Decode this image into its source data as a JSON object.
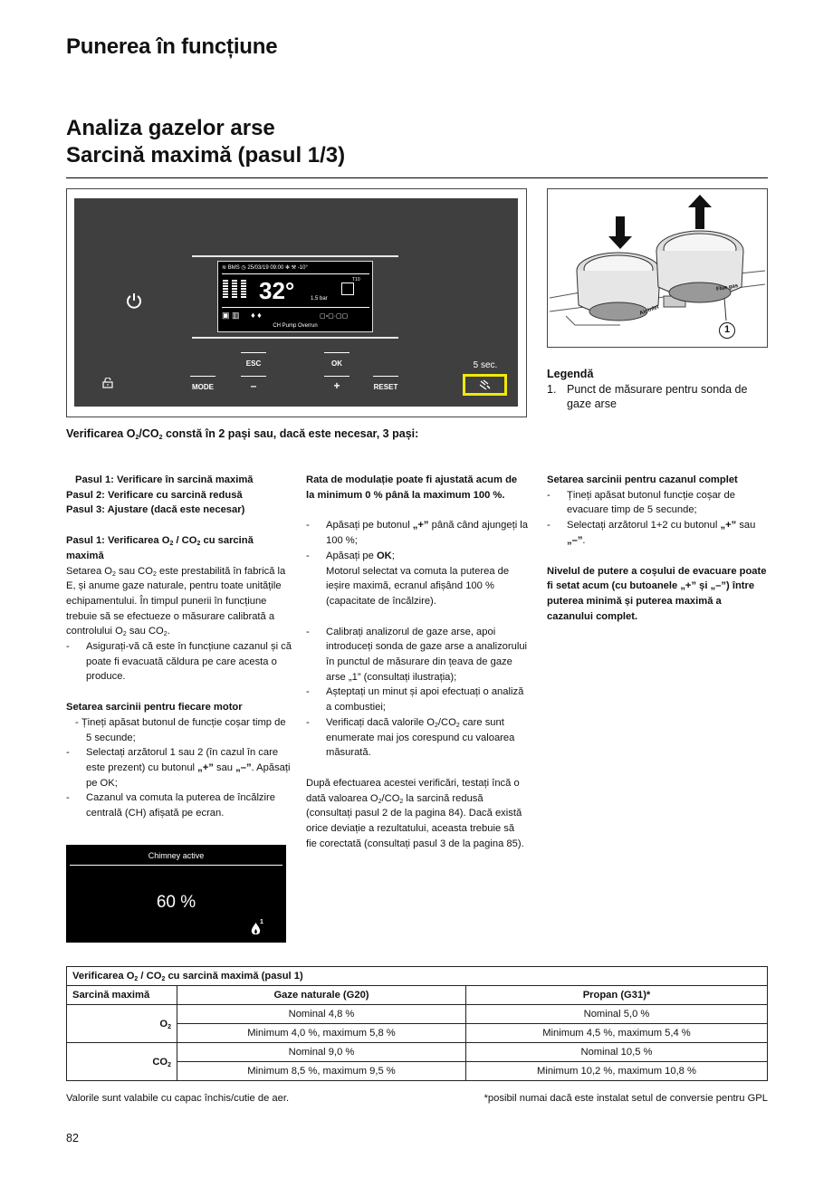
{
  "header": {
    "section_title": "Punerea în funcțiune"
  },
  "title": {
    "line1": "Analiza gazelor arse",
    "line2": "Sarcină maximă (pasul 1/3)"
  },
  "panel": {
    "display": {
      "status_icons": "BMS",
      "date_time": "25/03/19 09:00",
      "outdoor_temp": "-10°",
      "temperature": "32°",
      "pressure": "1.5 bar",
      "pump_small": "T10",
      "status_text": "CH Pump Overrun"
    },
    "buttons": {
      "esc": "ESC",
      "ok": "OK",
      "mode": "MODE",
      "minus": "–",
      "plus": "+",
      "reset": "RESET",
      "hold_hint": "5 sec."
    }
  },
  "illustration": {
    "callout": "1",
    "label_air": "Air inlet",
    "label_flue": "Flue gas"
  },
  "legend": {
    "title": "Legendă",
    "item_num": "1.",
    "item_text": "Punct de măsurare pentru sonda de gaze arse"
  },
  "intro": {
    "p1": "Verificarea O",
    "sub1": "2",
    "p2": "/CO",
    "sub2": "2",
    "p3": " constă în 2 pași sau, dacă este necesar, 3 pași:"
  },
  "col1": {
    "step1": "Pasul 1:  Verificare în sarcină maximă",
    "step2": "Pasul 2:  Verificare cu sarcină redusă",
    "step3": "Pasul 3:  Ajustare (dacă este necesar)",
    "head_a": "Pasul 1: Verificarea O",
    "head_b": " / CO",
    "head_c": " cu sarcină maximă",
    "sub": "2",
    "para_a": "Setarea O",
    "para_b": " sau CO",
    "para_c": " este prestabilită în fabrică la E, și anume gaze naturale, pentru toate unitățile echipamentului. În timpul punerii în funcțiune trebuie să se efectueze o măsurare calibrată a controlului O",
    "para_d": " sau CO",
    "para_e": ".",
    "bullet1": "Asigurați-vă că este în funcțiune cazanul și că poate fi evacuată căldura pe care acesta o produce.",
    "head2": "Setarea sarcinii pentru fiecare motor",
    "b2_1": "- Țineți apăsat butonul de funcție coșar timp de 5 secunde;",
    "b2_2a": "Selectați arzătorul 1 sau 2 (în cazul în care este prezent) cu butonul ",
    "b2_2b": "„+”",
    "b2_2c": " sau ",
    "b2_2d": "„–”",
    "b2_2e": ". Apăsați pe OK;",
    "b2_3": "Cazanul va comuta la puterea de încălzire centrală (CH) afișată pe ecran.",
    "dash": "-"
  },
  "chimney_screen": {
    "title": "Chimney active",
    "value": "60 %",
    "flame_index": "1"
  },
  "col2": {
    "head": "Rata de modulație poate fi ajustată acum de la minimum 0 % până la maximum 100 %.",
    "b1a": "Apăsați pe butonul ",
    "b1b": "„+”",
    "b1c": " până când ajungeți la 100 %;",
    "b2a": "Apăsați pe ",
    "b2b": "OK",
    "b2c": ";",
    "b2d": "Motorul selectat va comuta la puterea de ieșire maximă, ecranul afișând 100 % (capacitate de încălzire).",
    "b3": "Calibrați analizorul de gaze arse, apoi introduceți sonda de gaze arse a analizorului în punctul de măsurare din țeava de gaze arse „1” (consultați ilustrația);",
    "b4": "Așteptați un minut și apoi efectuați o analiză a combustiei;",
    "b5a": "Verificați dacă valorile O",
    "b5b": "/CO",
    "b5c": " care sunt enumerate mai jos corespund cu valoarea măsurată.",
    "p_a": "După efectuarea acestei verificări, testați încă o dată valoarea O",
    "p_b": "/CO",
    "p_c": " la sarcină redusă (consultați pasul 2 de la pagina 84). Dacă există orice deviație a rezultatului, aceasta trebuie să fie corectată (consultați pasul 3 de la pagina 85).",
    "sub": "2",
    "dash": "-"
  },
  "col3": {
    "head": "Setarea sarcinii pentru cazanul complet",
    "b1": "Țineți apăsat butonul funcție coșar de evacuare timp de 5 secunde;",
    "b2a": "Selectați arzătorul 1+2 cu butonul ",
    "b2b": "„+”",
    "b2c": " sau ",
    "b2d": "„–”",
    "b2e": ".",
    "para": "Nivelul de putere a coșului de evacuare poate fi setat acum (cu butoanele „+” și „–”) între puterea minimă și puterea maximă a cazanului complet.",
    "dash": "-"
  },
  "table": {
    "caption_a": "Verificarea O",
    "caption_b": " / CO",
    "caption_c": " cu sarcină maximă (pasul 1)",
    "sub": "2",
    "headers": [
      "Sarcină maximă",
      "Gaze naturale (G20)",
      "Propan (G31)*"
    ],
    "o2_label": "O",
    "co2_label": "CO",
    "o2_g20_nominal": "Nominal 4,8 %",
    "o2_g20_range": "Minimum 4,0 %, maximum 5,8 %",
    "o2_g31_nominal": "Nominal 5,0 %",
    "o2_g31_range": "Minimum 4,5 %, maximum 5,4 %",
    "co2_g20_nominal": "Nominal 9,0 %",
    "co2_g20_range": "Minimum 8,5 %, maximum 9,5 %",
    "co2_g31_nominal": "Nominal 10,5 %",
    "co2_g31_range": "Minimum 10,2 %, maximum 10,8 %"
  },
  "footer": {
    "note_left": "Valorile sunt valabile cu capac închis/cutie de aer.",
    "note_right": "*posibil numai dacă este instalat setul de conversie pentru GPL",
    "page_number": "82"
  }
}
